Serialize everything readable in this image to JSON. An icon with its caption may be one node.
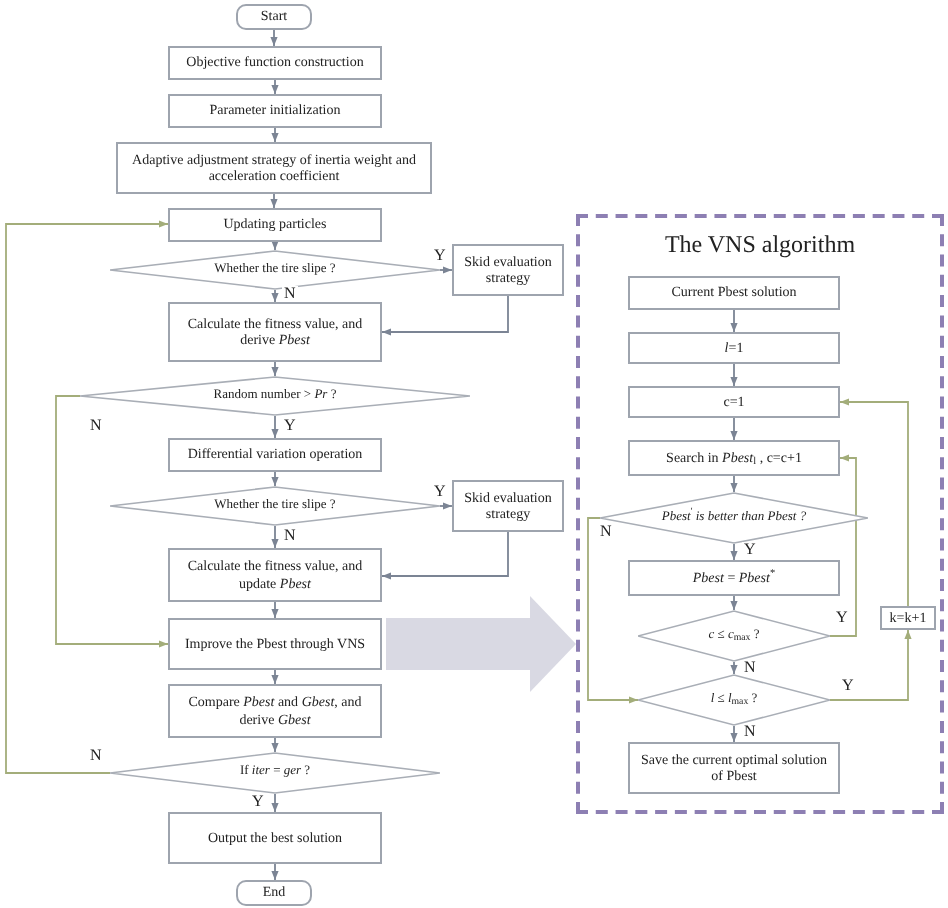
{
  "diagram": {
    "nodes": [
      {
        "text": [
          "Start"
        ]
      },
      {
        "text": [
          "Objective function construction"
        ]
      },
      {
        "text": [
          "Parameter initialization"
        ]
      },
      {
        "text": [
          "Adaptive adjustment strategy of inertia weight and acceleration coefficient"
        ]
      },
      {
        "text": [
          "Updating particles"
        ]
      },
      {
        "text": [
          "Whether the tire slipe ?"
        ]
      },
      {
        "text": [
          "Skid evaluation strategy"
        ]
      },
      {
        "text": [
          "Calculate the fitness value, and derive *Pbest*"
        ]
      },
      {
        "text": [
          "Random number > *Pr* ?"
        ]
      },
      {
        "text": [
          "Differential variation operation"
        ]
      },
      {
        "text": [
          "Whether the tire slipe ?"
        ]
      },
      {
        "text": [
          "Skid evaluation strategy"
        ]
      },
      {
        "text": [
          "Calculate the fitness value, and update *Pbest*"
        ]
      },
      {
        "text": [
          "Improve the Pbest through VNS"
        ]
      },
      {
        "text": [
          "Compare *Pbest* and *Gbest*, and derive *Gbest*"
        ]
      },
      {
        "text": [
          "If *iter* = *ger* ?"
        ]
      },
      {
        "text": [
          "Output the best solution"
        ]
      },
      {
        "text": [
          "End"
        ]
      },
      {
        "text": [
          "The VNS algorithm"
        ]
      },
      {
        "text": [
          "Current Pbest solution"
        ],
        "in": 18
      },
      {
        "text": [
          "*l*=1"
        ],
        "in": 18
      },
      {
        "text": [
          "c=1"
        ],
        "in": 18
      },
      {
        "text": [
          "Search in *Pbest*$_{l}$ , c=c+1"
        ],
        "in": 18
      },
      {
        "text": [
          "*Pbest*$^{'}$ *is better than Pbest ?*"
        ],
        "in": 18
      },
      {
        "text": [
          "*Pbest* = *Pbest*$^{*}$"
        ],
        "in": 18
      },
      {
        "text": [
          "*c* ≤ *c*$_{max}$ ?"
        ],
        "in": 18
      },
      {
        "text": [
          "*l* ≤ *l*$_{max}$ ?"
        ],
        "in": 18
      },
      {
        "text": [
          "k=k+1"
        ],
        "in": 18
      },
      {
        "text": [
          "Save the current optimal solution of Pbest"
        ],
        "in": 18
      }
    ],
    "edges": [
      {
        "from": 0,
        "to": 1,
        "arrow": "to"
      },
      {
        "from": 1,
        "to": 2,
        "arrow": "to"
      },
      {
        "from": 2,
        "to": 3,
        "arrow": "to"
      },
      {
        "from": 3,
        "to": 4,
        "arrow": "to"
      },
      {
        "from": 4,
        "to": 5,
        "arrow": "to"
      },
      {
        "from": 5,
        "to": 6,
        "arrow": "to",
        "label": "Y"
      },
      {
        "from": 5,
        "to": 7,
        "arrow": "to",
        "label": "N"
      },
      {
        "from": 6,
        "to": 7,
        "arrow": "to"
      },
      {
        "from": 7,
        "to": 8,
        "arrow": "to"
      },
      {
        "from": 8,
        "to": 9,
        "arrow": "to",
        "label": "Y"
      },
      {
        "from": 8,
        "to": 13,
        "arrow": "to",
        "label": "N",
        "color": "#a3ad7a"
      },
      {
        "from": 9,
        "to": 10,
        "arrow": "to"
      },
      {
        "from": 10,
        "to": 11,
        "arrow": "to",
        "label": "Y"
      },
      {
        "from": 10,
        "to": 12,
        "arrow": "to",
        "label": "N"
      },
      {
        "from": 11,
        "to": 12,
        "arrow": "to"
      },
      {
        "from": 12,
        "to": 13,
        "arrow": "to"
      },
      {
        "from": 13,
        "to": 14,
        "arrow": "to"
      },
      {
        "from": 14,
        "to": 15,
        "arrow": "to"
      },
      {
        "from": 15,
        "to": 4,
        "arrow": "to",
        "label": "N",
        "color": "#a3ad7a"
      },
      {
        "from": 15,
        "to": 16,
        "arrow": "to",
        "label": "Y"
      },
      {
        "from": 16,
        "to": 17,
        "arrow": "to"
      },
      {
        "from": 13,
        "to": 18,
        "arrow": "to",
        "style": "thick",
        "color": "#d9d9e3"
      },
      {
        "from": 19,
        "to": 20,
        "arrow": "to"
      },
      {
        "from": 20,
        "to": 21,
        "arrow": "to"
      },
      {
        "from": 21,
        "to": 22,
        "arrow": "to"
      },
      {
        "from": 22,
        "to": 23,
        "arrow": "to"
      },
      {
        "from": 23,
        "to": 24,
        "arrow": "to",
        "label": "Y"
      },
      {
        "from": 23,
        "to": 26,
        "arrow": "to",
        "label": "N",
        "color": "#a3ad7a"
      },
      {
        "from": 24,
        "to": 25,
        "arrow": "to"
      },
      {
        "from": 25,
        "to": 22,
        "arrow": "to",
        "label": "Y",
        "color": "#a3ad7a"
      },
      {
        "from": 25,
        "to": 26,
        "arrow": "to",
        "label": "N"
      },
      {
        "from": 26,
        "to": 27,
        "arrow": "to",
        "label": "Y",
        "color": "#a3ad7a"
      },
      {
        "from": 27,
        "to": 21,
        "arrow": "to",
        "color": "#a3ad7a"
      },
      {
        "from": 26,
        "to": 28,
        "arrow": "to",
        "label": "N"
      }
    ]
  }
}
